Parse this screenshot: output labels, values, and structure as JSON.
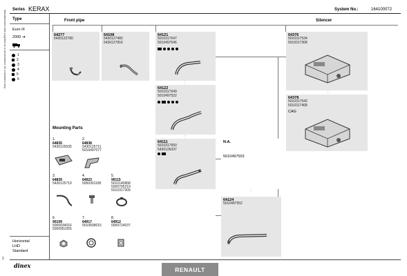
{
  "side": {
    "vertical_text": "Manufactured and supplied as a convenience for customers only",
    "page_marker": "1"
  },
  "header": {
    "series_label": "Series",
    "series_value": "KERAX",
    "system_label": "System No.:",
    "system_value": "164100072"
  },
  "left": {
    "type_label": "Type",
    "engine": "Euro III",
    "year": "2000",
    "year_arrow": "➔",
    "truck_icon": "truck-icon",
    "symbols": [
      "1",
      "2",
      "3",
      "4",
      "5",
      "6"
    ],
    "footer_lines": [
      "Horizontal",
      "LHD",
      "Standard"
    ]
  },
  "sections": {
    "front_pipe": "Front pipe",
    "silencer": "Silencer",
    "mounting_parts": "Mounting Parts"
  },
  "parts": [
    {
      "num": "64277",
      "refs": [
        "5430122780"
      ],
      "icons": ""
    },
    {
      "num": "64108",
      "refs": [
        "5430127482",
        "5430127816"
      ],
      "icons": ""
    },
    {
      "num": "64121",
      "refs": [
        "5010317647",
        "5010497546"
      ],
      "icons": "1 2 3 4 5"
    },
    {
      "num": "64122",
      "refs": [
        "5010317649",
        "5010497522"
      ],
      "icons": "1 2 3 4 5"
    },
    {
      "num": "64111",
      "refs": [
        "5010317650",
        "5430126037"
      ],
      "icons": "1 2"
    },
    {
      "num": "N.A.",
      "refs": [],
      "extra": "5010497553"
    },
    {
      "num": "64124",
      "refs": [
        "5010497552"
      ],
      "icons": ""
    },
    {
      "num": "64376",
      "refs": [
        "5010317534",
        "5010317308"
      ],
      "icons": ""
    },
    {
      "num": "64378",
      "refs": [
        "5010317542",
        "5010317468"
      ],
      "extra": "CAG"
    }
  ],
  "mounting": [
    {
      "idx": "1.",
      "num": "64835",
      "refs": [
        "5430125535"
      ]
    },
    {
      "idx": "2.",
      "num": "64838",
      "refs": [
        "5430125711",
        "5016497077"
      ]
    },
    {
      "idx": "3.",
      "num": "64839",
      "refs": [
        "5430125719"
      ]
    },
    {
      "idx": "4.",
      "num": "64923",
      "refs": [
        "5050301185"
      ]
    },
    {
      "idx": "5.",
      "num": "99115",
      "refs": [
        "5010140868",
        "5000795219",
        "5010317309"
      ]
    },
    {
      "idx": "6.",
      "num": "90109",
      "refs": [
        "5000034016",
        "5000951055"
      ]
    },
    {
      "idx": "7.",
      "num": "64917",
      "refs": [
        "5010838015"
      ]
    },
    {
      "idx": "8.",
      "num": "64912",
      "refs": [
        "0000724037"
      ]
    }
  ],
  "footer": {
    "logo": "dinex",
    "brand": "RENAULT"
  }
}
